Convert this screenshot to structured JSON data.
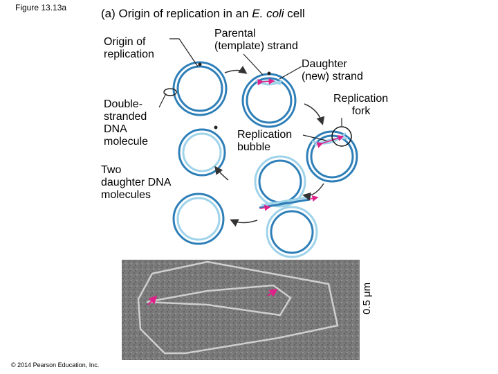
{
  "figure_label": "Figure 13.13a",
  "title_prefix": "(a) Origin of replication in an ",
  "title_italic": "E. coli",
  "title_suffix": " cell",
  "labels": {
    "origin": "Origin of\nreplication",
    "parental": "Parental\n(template) strand",
    "daughter": "Daughter\n(new) strand",
    "fork": "Replication\n      fork",
    "double": "Double-\nstranded\nDNA\nmolecule",
    "bubble": "Replication\nbubble",
    "two": "Two\ndaughter DNA\nmolecules"
  },
  "scale_bar": "0.5 μm",
  "copyright": "© 2014 Pearson Education, Inc.",
  "colors": {
    "dark_strand": "#2e7fb8",
    "light_strand": "#9fd3ea",
    "arrow": "#e0218a",
    "micrograph_bg": "#6f6f6f"
  }
}
